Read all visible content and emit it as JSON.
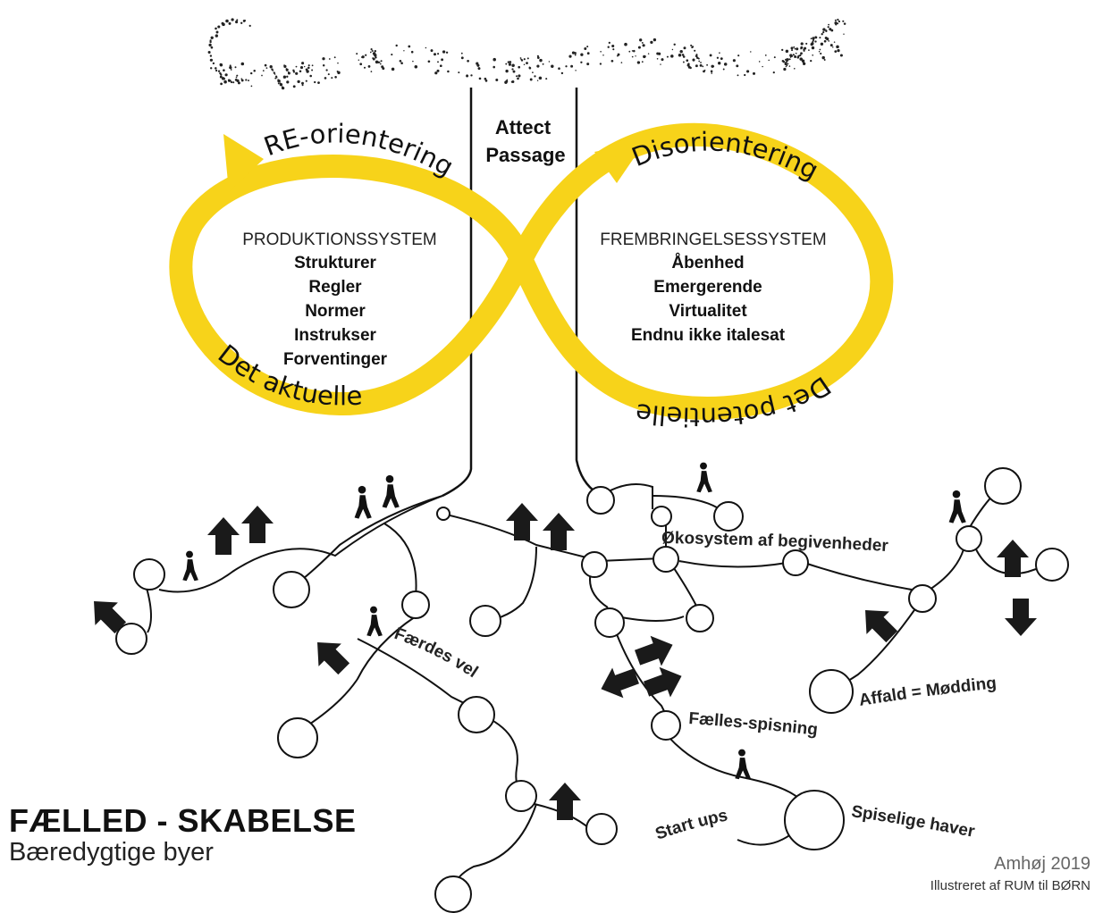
{
  "diagram": {
    "passage": [
      "Attect",
      "Passage"
    ],
    "loop": {
      "top_left": "RE-orientering",
      "top_right": "Disorientering",
      "bottom_left": "Det aktuelle",
      "bottom_right": "Det potentielle",
      "color": "#f7d31a"
    },
    "left_system": {
      "heading": "PRODUKTIONSSYSTEM",
      "items": [
        "Strukturer",
        "Regler",
        "Normer",
        "Instrukser",
        "Forventinger"
      ]
    },
    "right_system": {
      "heading": "FREMBRINGELSESSYSTEM",
      "items": [
        "Åbenhed",
        "Emergerende",
        "Virtualitet",
        "Endnu ikke italesat"
      ]
    },
    "network_labels": {
      "ecosystem": "Økosystem af begivenheder",
      "faerdes": "Færdes vel",
      "affald": "Affald = Mødding",
      "faelles": "Fælles-spisning",
      "startups": "Start ups",
      "spiselige": "Spiselige haver"
    }
  },
  "title": {
    "main": "FÆLLED - SKABELSE",
    "sub": "Bæredygtige byer"
  },
  "credit": {
    "year": "Amhøj 2019",
    "illustrator": "Illustreret af RUM til BØRN"
  }
}
